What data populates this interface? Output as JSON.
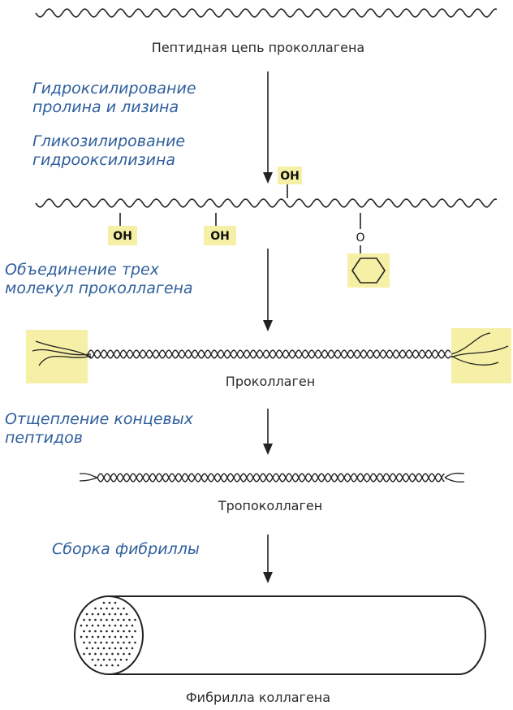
{
  "colors": {
    "step_text": "#2e5f9c",
    "label_text": "#2b2b2b",
    "highlight": "#f6f0a6",
    "line": "#222222"
  },
  "labels": {
    "peptide_chain": "Пептидная цепь проколлагена",
    "procollagen": "Проколлаген",
    "tropocollagen": "Тропоколлаген",
    "fibril": "Фибрилла коллагена"
  },
  "steps": {
    "hydroxylation": [
      "Гидроксилирование",
      "пролина и лизина"
    ],
    "glycosylation": [
      "Гликозилирование",
      "гидрооксилизина"
    ],
    "association": [
      "Объединение трех",
      "молекул проколлагена"
    ],
    "cleavage": [
      "Отщепление концевых",
      "пептидов"
    ],
    "assembly": [
      "Сборка фибриллы"
    ]
  },
  "groups": {
    "hydroxyl": "OH",
    "ether": "O"
  }
}
